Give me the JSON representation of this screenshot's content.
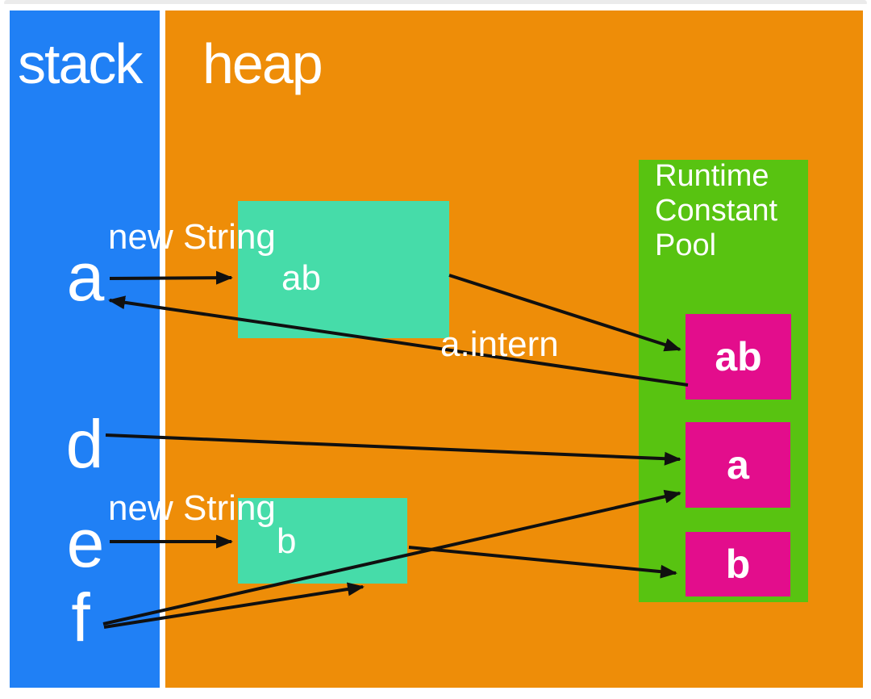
{
  "colors": {
    "stack": "#2080f5",
    "heap": "#ee8d08",
    "pool": "#58c311",
    "heap_object": "#46dca9",
    "pool_constant": "#e30d8c",
    "arrow": "#101010",
    "text": "#ffffff",
    "top_bar": "#ebebeb"
  },
  "regions": {
    "stack": {
      "label": "stack"
    },
    "heap": {
      "label": "heap"
    },
    "pool": {
      "label": "Runtime Constant Pool",
      "label_multiline": "Runtime\nConstant\nPool"
    }
  },
  "stack_variables": [
    {
      "name": "a"
    },
    {
      "name": "d"
    },
    {
      "name": "e"
    },
    {
      "name": "f"
    }
  ],
  "heap_objects": [
    {
      "id": "heap-ab",
      "label": "ab"
    },
    {
      "id": "heap-b",
      "label": "b"
    }
  ],
  "pool_constants": [
    {
      "id": "pool-ab",
      "label": "ab"
    },
    {
      "id": "pool-a",
      "label": "a"
    },
    {
      "id": "pool-b",
      "label": "b"
    }
  ],
  "annotations": {
    "new_string_top": "new String",
    "new_string_bottom": "new String",
    "intern": "a.intern"
  },
  "arrows": [
    {
      "from": "stack-a",
      "to": "heap-ab",
      "points": [
        136,
        345,
        287,
        344
      ]
    },
    {
      "from": "heap-ab",
      "to": "pool-ab",
      "points": [
        557,
        341,
        843,
        433
      ]
    },
    {
      "from": "pool-ab",
      "to": "stack-a",
      "points": [
        853,
        477,
        136,
        372
      ]
    },
    {
      "from": "stack-d",
      "to": "pool-a",
      "points": [
        131,
        539,
        843,
        569
      ]
    },
    {
      "from": "stack-e",
      "to": "heap-b",
      "points": [
        136,
        671,
        287,
        671
      ]
    },
    {
      "from": "stack-f",
      "to": "heap-b-bottom",
      "points": [
        129,
        777,
        450,
        727
      ]
    },
    {
      "from": "stack-f",
      "to": "pool-a",
      "points": [
        128,
        773,
        843,
        611
      ]
    },
    {
      "from": "heap-b",
      "to": "pool-b",
      "points": [
        507,
        678,
        838,
        710
      ]
    }
  ]
}
